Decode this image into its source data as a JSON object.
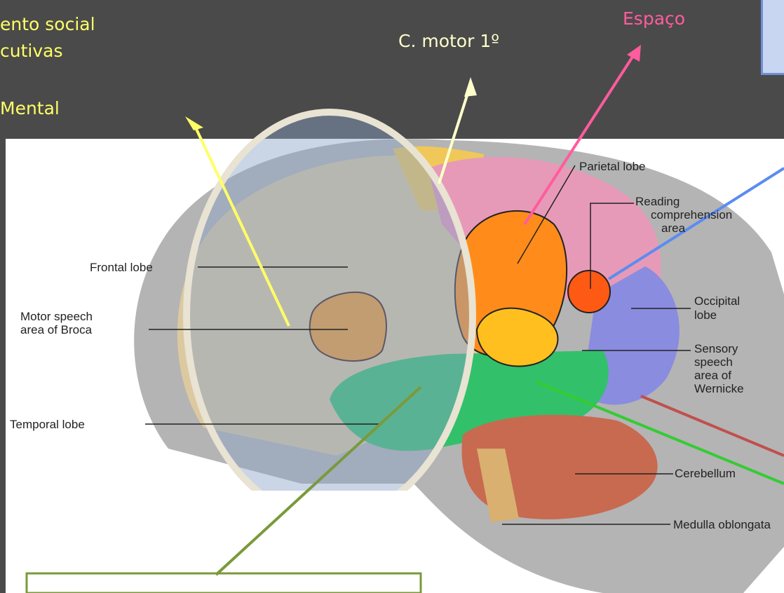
{
  "overlay_labels": {
    "social": "ento social",
    "executive": "cutivas",
    "mental": "Mental",
    "motor": "C. motor 1º",
    "space": "Espaço"
  },
  "colors": {
    "yellow_label": "#ffff66",
    "motor_label": "#ffffcc",
    "space_label": "#ff5c9d",
    "slide_bg": "#4a4a4a",
    "olive_line": "#7a9a3a",
    "blue_line": "#5b8cf0",
    "red_line": "#c0504d",
    "green_line": "#33cc33"
  },
  "diagram_labels": {
    "frontal": "Frontal lobe",
    "broca": [
      "Motor speech",
      "area of Broca"
    ],
    "temporal": "Temporal lobe",
    "parietal": "Parietal lobe",
    "reading": [
      "Reading",
      "comprehension",
      "area"
    ],
    "occipital": [
      "Occipital",
      "lobe"
    ],
    "wernicke": [
      "Sensory",
      "speech",
      "area of",
      "Wernicke"
    ],
    "cerebellum": "Cerebellum",
    "medulla": "Medulla oblongata"
  }
}
